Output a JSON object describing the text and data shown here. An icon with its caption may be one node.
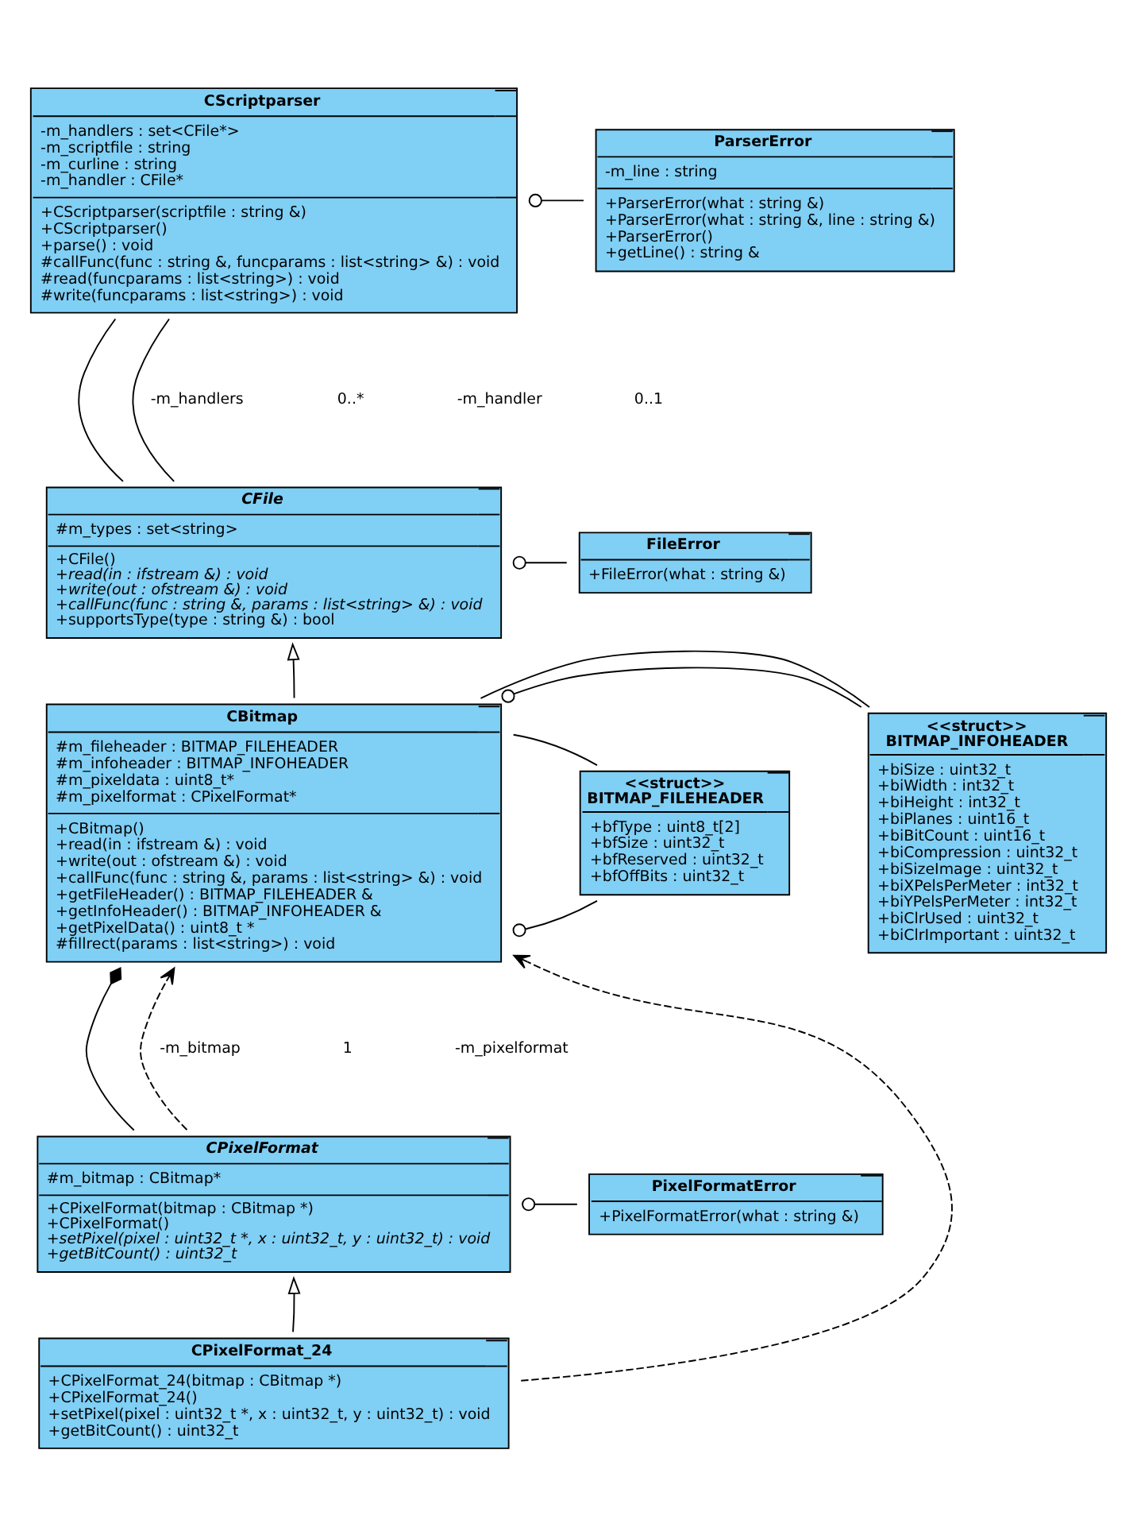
{
  "diagram": {
    "nodes": [
      {
        "text": [
          "CScriptparser",
          "-m_handlers : set<CFile*>",
          "-m_scriptfile : string",
          "-m_curline : string",
          "-m_handler : CFile*",
          "+CScriptparser(scriptfile : string &)",
          "+CScriptparser()",
          "+parse() : void",
          "#callFunc(func : string &, funcparams : list<string> &) : void",
          "#read(funcparams : list<string>) : void",
          "#write(funcparams : list<string>) : void"
        ]
      },
      {
        "text": [
          "ParserError",
          "-m_line : string",
          "+ParserError(what : string &)",
          "+ParserError(what : string &, line : string &)",
          "+ParserError()",
          "+getLine() : string &"
        ]
      },
      {
        "text": [
          "CFile",
          "#m_types : set<string>",
          "+CFile()",
          "+read(in : ifstream &) : void",
          "+write(out : ofstream &) : void",
          "+callFunc(func : string &, params : list<string> &) : void",
          "+supportsType(type : string &) : bool"
        ]
      },
      {
        "text": [
          "FileError",
          "+FileError(what : string &)"
        ]
      },
      {
        "text": [
          "CBitmap",
          "#m_fileheader : BITMAP_FILEHEADER",
          "#m_infoheader : BITMAP_INFOHEADER",
          "#m_pixeldata : uint8_t*",
          "#m_pixelformat : CPixelFormat*",
          "+CBitmap()",
          "+read(in : ifstream &) : void",
          "+write(out : ofstream &) : void",
          "+callFunc(func : string &, params : list<string> &) : void",
          "+getFileHeader() : BITMAP_FILEHEADER &",
          "+getInfoHeader() : BITMAP_INFOHEADER &",
          "+getPixelData() : uint8_t *",
          "#fillrect(params : list<string>) : void"
        ]
      },
      {
        "text": [
          "<<struct>>",
          "BITMAP_INFOHEADER",
          "+biSize : uint32_t",
          "+biWidth : int32_t",
          "+biHeight : int32_t",
          "+biPlanes : uint16_t",
          "+biBitCount : uint16_t",
          "+biCompression : uint32_t",
          "+biSizeImage : uint32_t",
          "+biXPelsPerMeter : int32_t",
          "+biYPelsPerMeter : int32_t",
          "+biClrUsed : uint32_t",
          "+biClrImportant : uint32_t"
        ]
      },
      {
        "text": [
          "<<struct>>",
          "BITMAP_FILEHEADER",
          "+bfType : uint8_t[2]",
          "+bfSize : uint32_t",
          "+bfReserved : uint32_t",
          "+bfOffBits : uint32_t"
        ]
      },
      {
        "text": [
          "CPixelFormat",
          "#m_bitmap : CBitmap*",
          "+CPixelFormat(bitmap : CBitmap *)",
          "+CPixelFormat()",
          "+setPixel(pixel : uint32_t *, x : uint32_t, y : uint32_t) : void",
          "+getBitCount() : uint32_t"
        ]
      },
      {
        "text": [
          "PixelFormatError",
          "+PixelFormatError(what : string &)"
        ]
      },
      {
        "text": [
          "CPixelFormat_24",
          "+CPixelFormat_24(bitmap : CBitmap *)",
          "+CPixelFormat_24()",
          "+setPixel(pixel : uint32_t *, x : uint32_t, y : uint32_t) : void",
          "+getBitCount() : uint32_t"
        ]
      }
    ],
    "edges": [
      {
        "from": 0,
        "to": 1,
        "arrow": "other"
      },
      {
        "from": 0,
        "to": 2,
        "arrow": "none"
      },
      {
        "from": 0,
        "to": 2,
        "arrow": "none"
      },
      {
        "from": 2,
        "to": 3,
        "arrow": "other"
      },
      {
        "from": 4,
        "to": 2,
        "arrow": "to"
      },
      {
        "from": 4,
        "to": 5,
        "arrow": "other"
      },
      {
        "from": 4,
        "to": 5,
        "arrow": "none"
      },
      {
        "from": 4,
        "to": 6,
        "arrow": "other"
      },
      {
        "from": 4,
        "to": 6,
        "arrow": "none"
      },
      {
        "from": 4,
        "to": 7,
        "arrow": "other"
      },
      {
        "from": 7,
        "to": 4,
        "arrow": "to",
        "style": "dashed"
      },
      {
        "from": 7,
        "to": 8,
        "arrow": "other"
      },
      {
        "from": 9,
        "to": 7,
        "arrow": "to"
      },
      {
        "from": 9,
        "to": 4,
        "arrow": "to",
        "style": "dashed"
      }
    ],
    "labels": [
      "-m_handlers",
      "0..*",
      "-m_handler",
      "0..1",
      "-m_bitmap",
      "1",
      "-m_pixelformat"
    ]
  }
}
